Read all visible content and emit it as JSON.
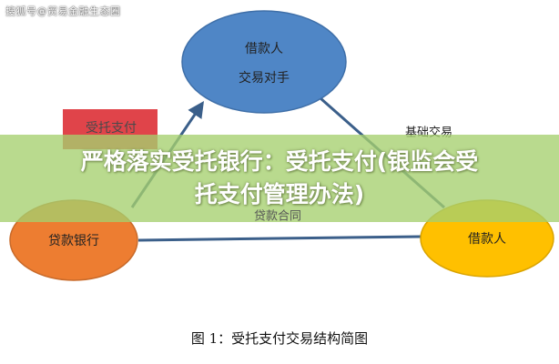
{
  "watermark": "搜狐号@贸易金融生态圈",
  "nodes": {
    "top": {
      "line1": "借款人",
      "line2": "交易对手"
    },
    "left": {
      "label": "贷款银行"
    },
    "right": {
      "label": "借款人"
    }
  },
  "red_box": {
    "label": "受托支付"
  },
  "edges": {
    "basic_trade": "基础交易",
    "loan_contract": "贷款合同"
  },
  "overlay": {
    "title_line1": "严格落实受托银行：受托支付(银监会受",
    "title_line2": "托支付管理办法)"
  },
  "caption": "图 1：受托支付交易结构简图",
  "colors": {
    "top_node": "#4f86c6",
    "left_node": "#ed7d31",
    "right_node": "#ffc000",
    "red_box": "#e0444a",
    "arrow": "#3b5f8a",
    "overlay": "#a5d06e"
  }
}
